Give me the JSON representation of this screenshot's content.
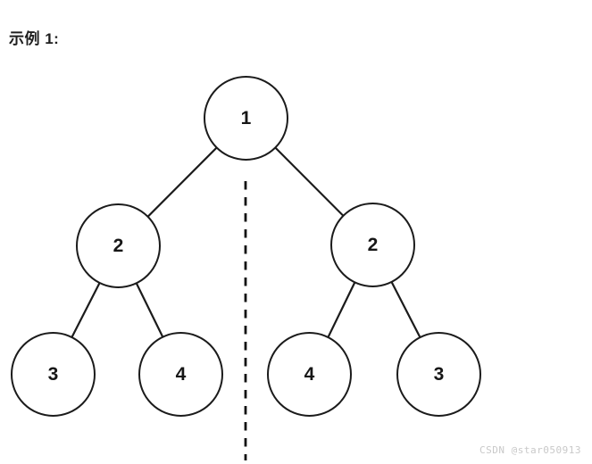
{
  "header": {
    "example_label": "示例 1:"
  },
  "tree": {
    "type": "binary-tree-diagram",
    "nodes": [
      {
        "id": "root",
        "value": "1",
        "level": 1
      },
      {
        "id": "left-2",
        "value": "2",
        "level": 2
      },
      {
        "id": "right-2",
        "value": "2",
        "level": 2
      },
      {
        "id": "left-left-3",
        "value": "3",
        "level": 3
      },
      {
        "id": "left-right-4",
        "value": "4",
        "level": 3
      },
      {
        "id": "right-left-4",
        "value": "4",
        "level": 3
      },
      {
        "id": "right-right-3",
        "value": "3",
        "level": 3
      }
    ],
    "edges": [
      {
        "from": "root",
        "to": "left-2"
      },
      {
        "from": "root",
        "to": "right-2"
      },
      {
        "from": "left-2",
        "to": "left-left-3"
      },
      {
        "from": "left-2",
        "to": "left-right-4"
      },
      {
        "from": "right-2",
        "to": "right-left-4"
      },
      {
        "from": "right-2",
        "to": "right-right-3"
      }
    ],
    "symmetry_axis": {
      "orientation": "vertical",
      "style": "dashed"
    }
  },
  "watermark": {
    "text": "CSDN @star050913"
  },
  "colors": {
    "background": "#ffffff",
    "stroke": "#1b1b1b",
    "node_fill": "#ffffff",
    "node_text": "#161616",
    "title_text": "#1e1e1e",
    "watermark_text": "#c9c9c9"
  }
}
